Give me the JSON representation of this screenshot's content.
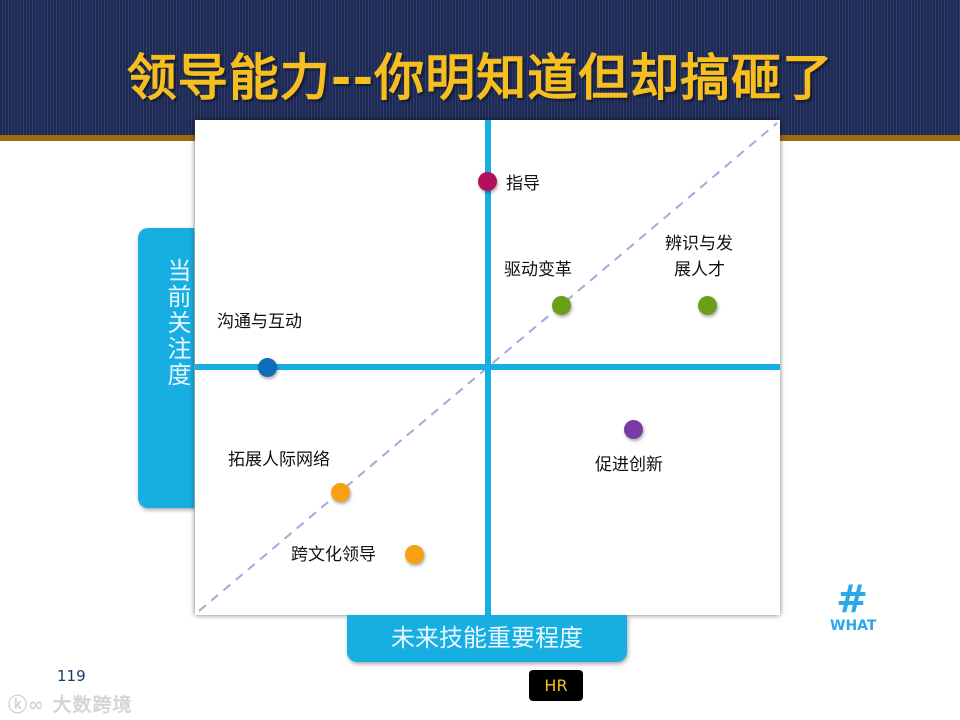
{
  "slide": {
    "title": "领导能力--你明知道但却搞砸了",
    "page_number": "119",
    "watermark": "大数跨境",
    "badge": "HR",
    "what_hash": "#",
    "what_label": "WHAT",
    "colors": {
      "header_bg": "#1e2a52",
      "title": "#f6bf1f",
      "accent": "#17aee2",
      "gold_stripe": "#9a6b12"
    }
  },
  "chart_data": {
    "type": "scatter",
    "title": "领导能力--你明知道但却搞砸了",
    "xlabel": "未来技能重要程度",
    "ylabel": "当前关注度",
    "xlim": [
      0,
      10
    ],
    "ylim": [
      0,
      10
    ],
    "quadrant_dividers": {
      "x": 5,
      "y": 5
    },
    "reference_line": "diagonal dashed y = x",
    "grid": false,
    "points": [
      {
        "label": "指导",
        "x": 5.0,
        "y": 8.7,
        "color": "#b0105c"
      },
      {
        "label": "驱动变革",
        "x": 6.2,
        "y": 6.3,
        "color": "#6a9f16"
      },
      {
        "label": "辨识与发展人才",
        "x": 8.7,
        "y": 6.3,
        "color": "#6a9f16"
      },
      {
        "label": "沟通与互动",
        "x": 1.2,
        "y": 5.0,
        "color": "#0e6cb8"
      },
      {
        "label": "促进创新",
        "x": 7.5,
        "y": 3.7,
        "color": "#7a3aa6"
      },
      {
        "label": "拓展人际网络",
        "x": 2.5,
        "y": 2.5,
        "color": "#f7a012"
      },
      {
        "label": "跨文化领导",
        "x": 3.7,
        "y": 1.2,
        "color": "#f7a012"
      }
    ]
  },
  "labels": {
    "p0": "指导",
    "p1": "驱动变革",
    "p2a": "辨识与发",
    "p2b": "展人才",
    "p3": "沟通与互动",
    "p4": "促进创新",
    "p5": "拓展人际网络",
    "p6": "跨文化领导",
    "yaxis": "当前关注度",
    "xaxis": "未来技能重要程度"
  }
}
